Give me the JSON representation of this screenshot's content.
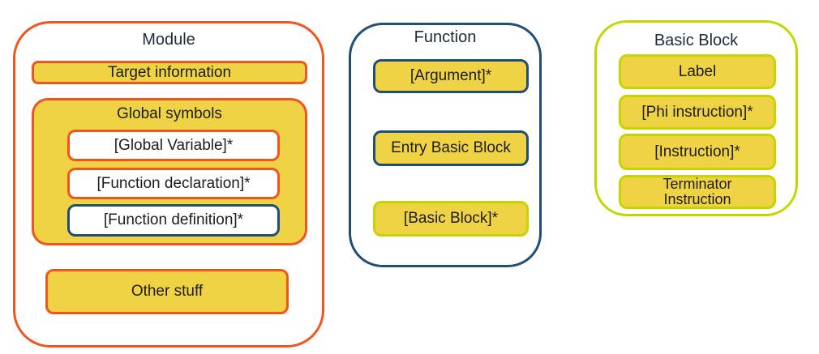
{
  "colors": {
    "orange_border": "#F2541D",
    "yellow_fill": "#EFD344",
    "navy_border": "#1F4E79",
    "green_border": "#C3D600",
    "text": "#1D1D1B"
  },
  "groups": {
    "module": {
      "title": "Module",
      "target_info": "Target information",
      "global_symbols": {
        "title": "Global symbols",
        "items": [
          "[Global Variable]*",
          "[Function declaration]*",
          "[Function definition]*"
        ]
      },
      "other_stuff": "Other stuff"
    },
    "function": {
      "title": "Function",
      "items": [
        "[Argument]*",
        "Entry Basic Block",
        "[Basic Block]*"
      ]
    },
    "basic_block": {
      "title": "Basic Block",
      "items": [
        "Label",
        "[Phi instruction]*",
        "[Instruction]*",
        "Terminator Instruction"
      ]
    }
  }
}
